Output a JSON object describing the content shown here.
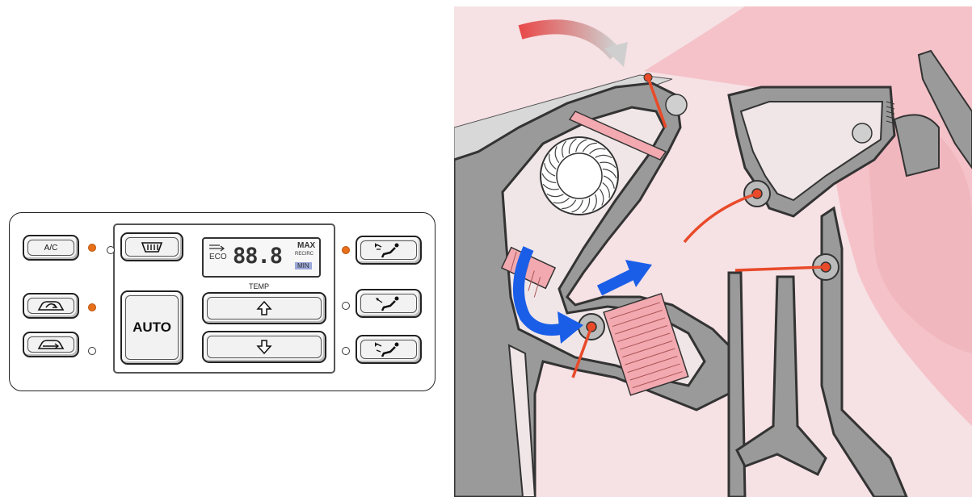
{
  "control_panel": {
    "ac_label": "A/C",
    "auto_label": "AUTO",
    "temp_label": "TEMP",
    "display": {
      "digits": "88.8",
      "eco_label": "ECO",
      "max_label": "MAX",
      "recirc_label": "RECIRC",
      "min_label": "MIN"
    },
    "leds": {
      "ac": "on",
      "defrost": "off",
      "recirc": "on",
      "fresh_air": "off",
      "mode_face_feet": "on",
      "mode_feet": "off",
      "mode_defrost_feet": "off"
    },
    "icons": {
      "defrost": "rear-defrost-icon",
      "recirc": "recirculation-icon",
      "fresh": "fresh-air-icon",
      "temp_up": "arrow-up-icon",
      "temp_down": "arrow-down-icon",
      "mode": "seated-person-airflow-icon"
    }
  },
  "colors": {
    "led_on": "#e8701a",
    "airflow_arrow": "#1a5ee8",
    "flap": "#e84a2a",
    "background_pink": "#f5c9cc",
    "duct_grey": "#9a9a9a"
  }
}
